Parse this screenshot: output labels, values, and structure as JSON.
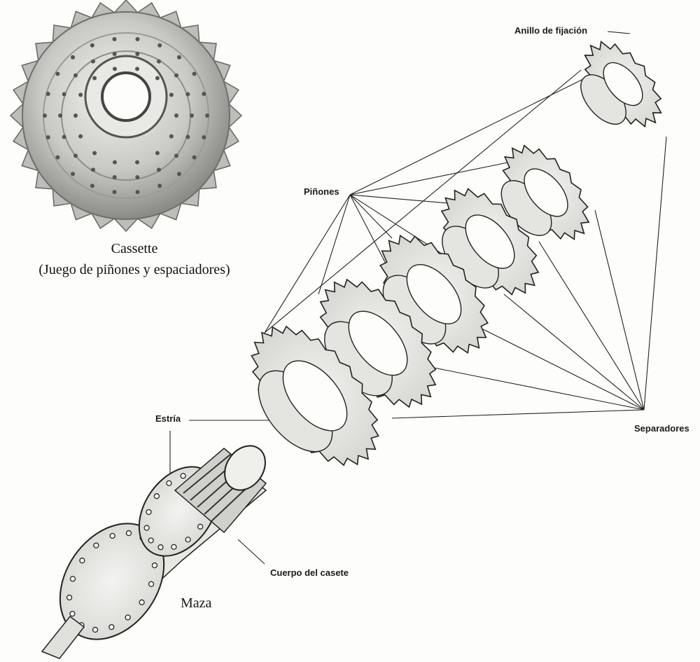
{
  "photo": {
    "caption_line1": "Cassette",
    "caption_line2": "(Juego de piñones y espaciadores)"
  },
  "labels": {
    "locking_ring": "Anillo de fijación",
    "sprockets": "Piñones",
    "spacers": "Separadores",
    "spline": "Estría",
    "cassette_body": "Cuerpo del casete",
    "hub": "Maza"
  },
  "colors": {
    "ink": "#1a1a1a",
    "metal_light": "#d9d9d6",
    "metal_dark": "#7a7a78",
    "paper": "#fdfdfb"
  }
}
